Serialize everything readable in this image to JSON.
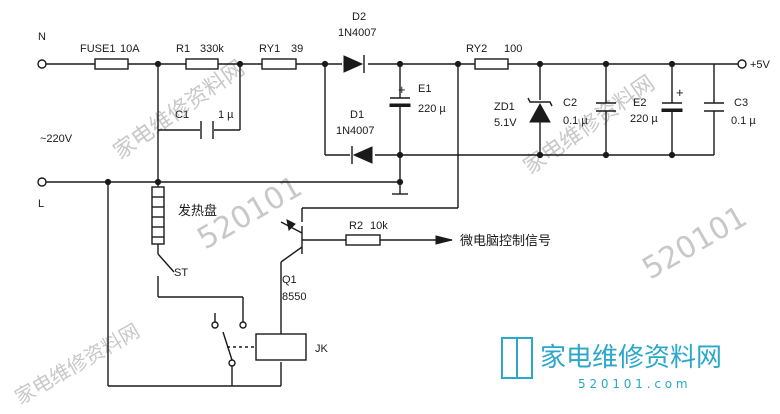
{
  "terminals": {
    "n": "N",
    "l": "L",
    "ac": "~220V",
    "vout": "+5V"
  },
  "components": {
    "fuse": {
      "ref": "FUSE1",
      "value": "10A"
    },
    "r1": {
      "ref": "R1",
      "value": "330k"
    },
    "ry1": {
      "ref": "RY1",
      "value": "39"
    },
    "c1": {
      "ref": "C1",
      "value": "1 µ"
    },
    "d2": {
      "ref": "D2",
      "value": "1N4007"
    },
    "d1": {
      "ref": "D1",
      "value": "1N4007"
    },
    "e1": {
      "ref": "E1",
      "value": "220 µ"
    },
    "ry2": {
      "ref": "RY2",
      "value": "100"
    },
    "zd1": {
      "ref": "ZD1",
      "value": "5.1V"
    },
    "c2": {
      "ref": "C2",
      "value": "0.1 µ"
    },
    "e2": {
      "ref": "E2",
      "value": "220 µ"
    },
    "c3": {
      "ref": "C3",
      "value": "0.1 µ"
    },
    "heater": {
      "label": "发热盘"
    },
    "st": {
      "label": "ST"
    },
    "q1": {
      "ref": "Q1",
      "value": "8550"
    },
    "r2": {
      "ref": "R2",
      "value": "10k"
    },
    "signal": {
      "label": "微电脑控制信号"
    },
    "relay": {
      "label": "JK"
    }
  },
  "watermark": {
    "text": "家电维修资料网",
    "number": "520101",
    "brand_name": "家电维修资料网",
    "brand_url": "5 2 0 1 0 1 . c o m",
    "color": "#c8c8c8",
    "brand_color": "#2aa7c9"
  }
}
